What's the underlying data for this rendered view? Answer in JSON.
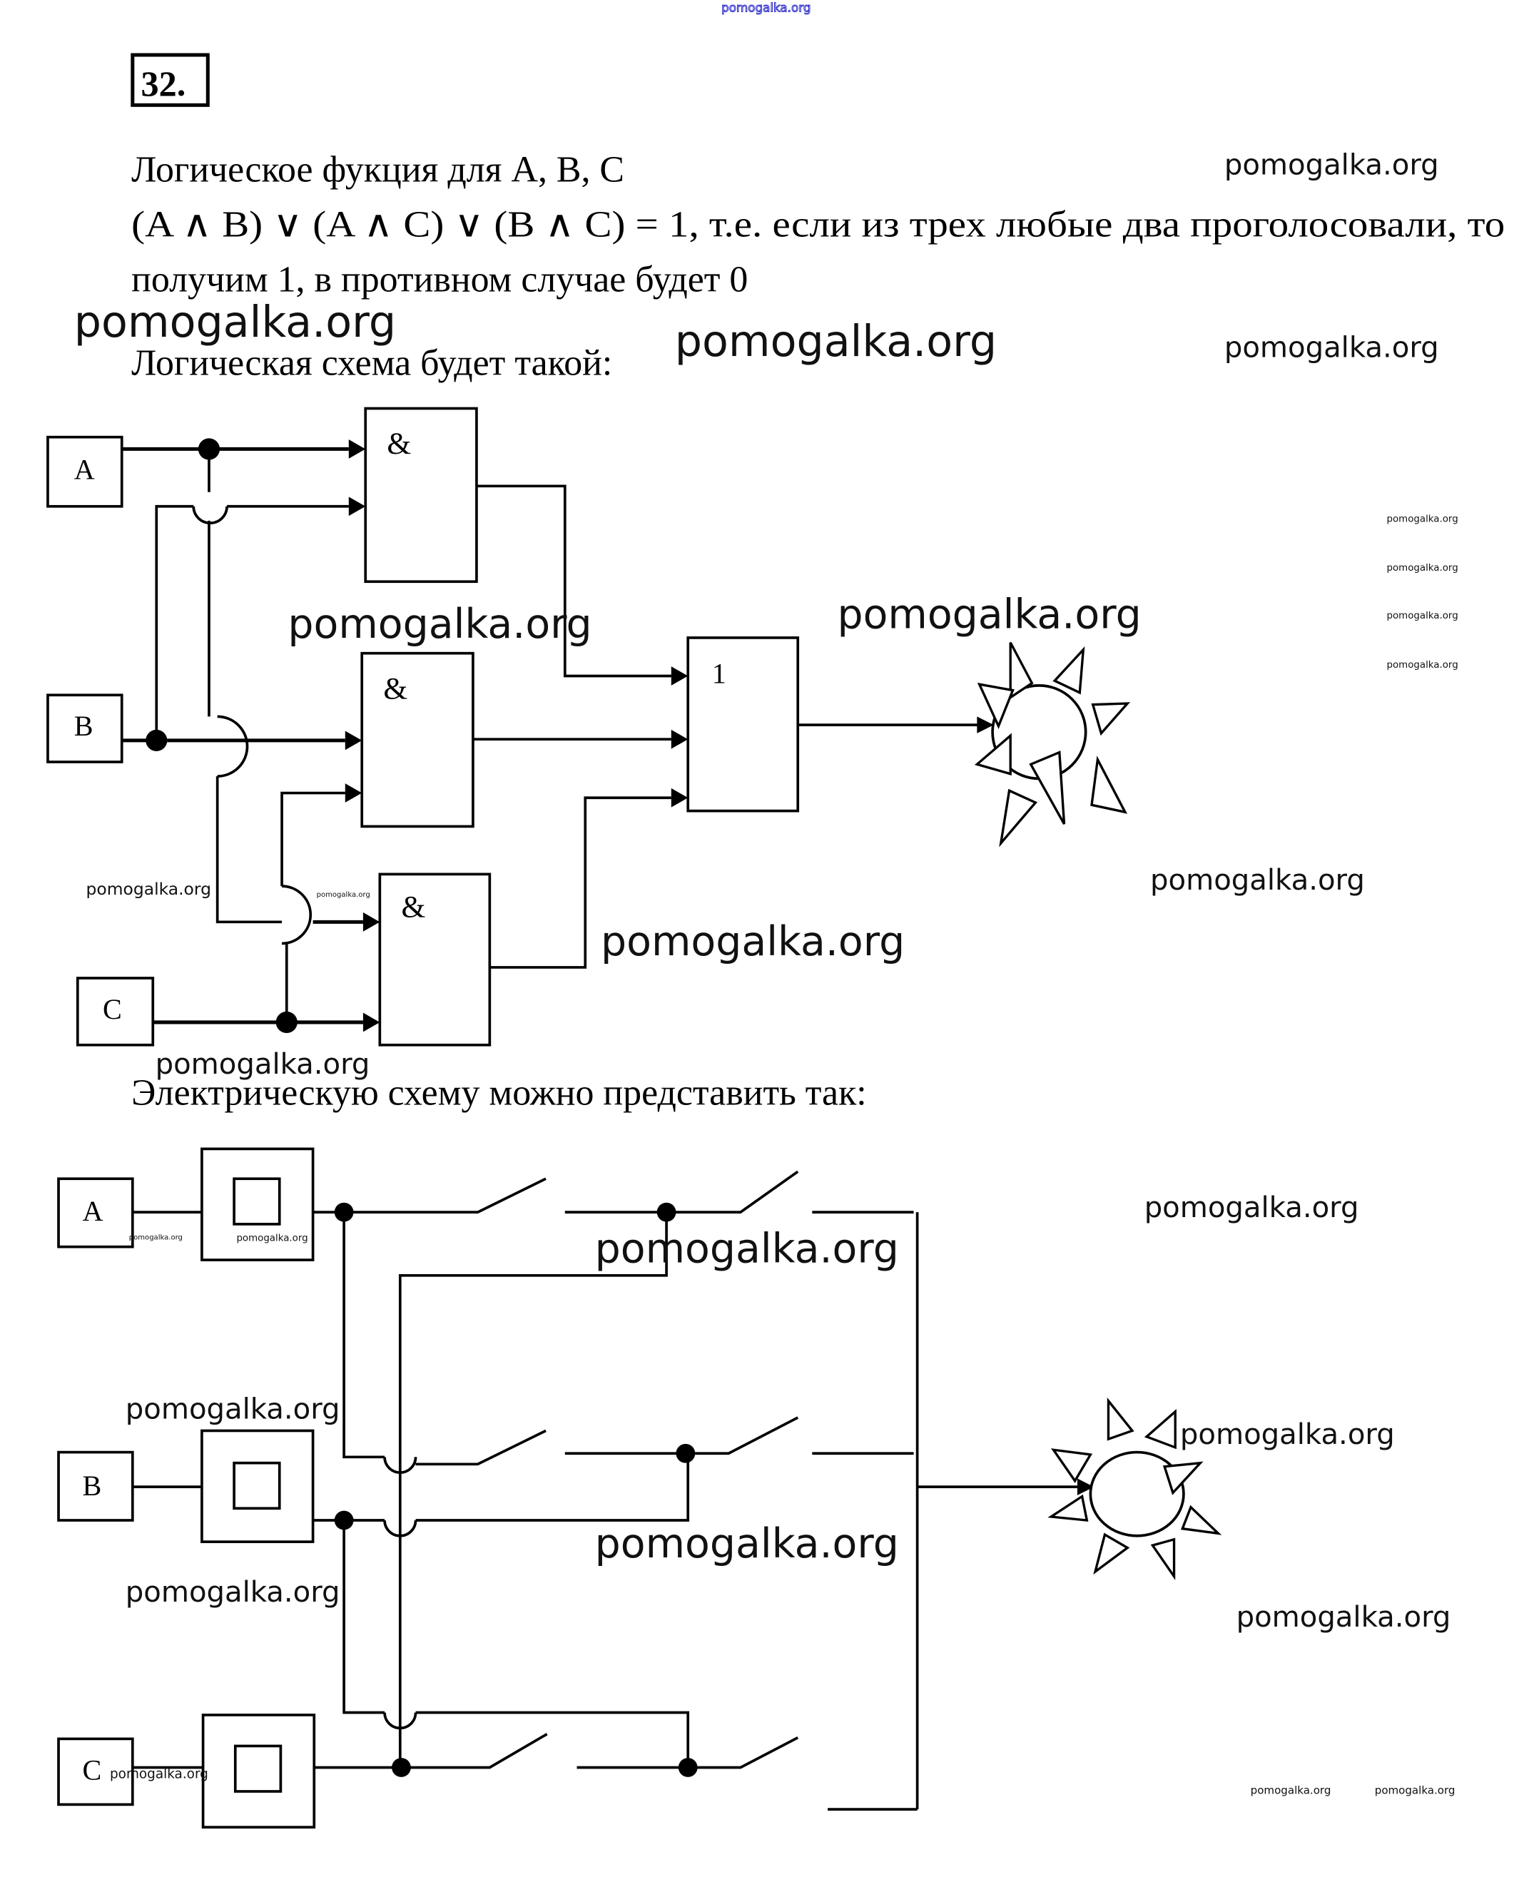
{
  "top_watermark": "pomogalka.org",
  "problem_number": "32.",
  "text": {
    "line1": "Логическое фукция для A, B, C",
    "line2": "(A ∧ B) ∨ (A ∧ C) ∨ (B ∧ C) = 1, т.е. если из трех любые два проголосовали, то",
    "line3": "получим 1, в противном случае будет 0",
    "logic_caption": "Логическая схема будет такой:",
    "electric_caption": "Электрическую схему можно представить так:"
  },
  "logic_diagram": {
    "inputs": [
      {
        "label": "A"
      },
      {
        "label": "B"
      },
      {
        "label": "C"
      }
    ],
    "and_gates": [
      {
        "symbol": "&"
      },
      {
        "symbol": "&"
      },
      {
        "symbol": "&"
      }
    ],
    "or_gate": {
      "symbol": "1"
    },
    "output": "lamp"
  },
  "electric_diagram": {
    "inputs": [
      {
        "label": "A"
      },
      {
        "label": "B"
      },
      {
        "label": "C"
      }
    ],
    "output": "lamp"
  },
  "watermark": "pomogalka.org",
  "watermarks": [
    "pomogalka.org",
    "pomogalka.org",
    "pomogalka.org",
    "pomogalka.org",
    "pomogalka.org",
    "pomogalka.org",
    "pomogalka.org",
    "pomogalka.org",
    "pomogalka.org",
    "pomogalka.org",
    "pomogalka.org",
    "pomogalka.org",
    "pomogalka.org",
    "pomogalka.org",
    "pomogalka.org",
    "pomogalka.org",
    "pomogalka.org",
    "pomogalka.org",
    "pomogalka.org",
    "pomogalka.org",
    "pomogalka.org",
    "pomogalka.org",
    "pomogalka.org",
    "pomogalka.org",
    "pomogalka.org"
  ],
  "colors": {
    "top_watermark": "#2b2bc8",
    "ink": "#000000",
    "background": "#ffffff"
  }
}
